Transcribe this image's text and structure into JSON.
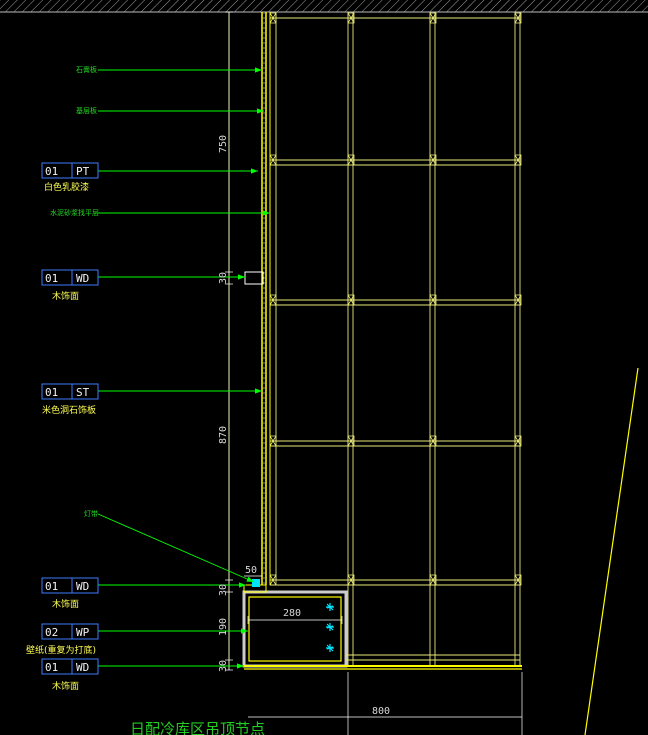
{
  "colors": {
    "background": "#000000",
    "leader": "#00ff00",
    "wall": "#ffff00",
    "grid": "#e8e87a",
    "dimension": "#ffffff",
    "anchor": "#00e5ff",
    "title": "#22cc22"
  },
  "top_labels": {
    "stone_board": "石膏板",
    "base_board": "基层板",
    "grade_line": "水泥砂浆找平层"
  },
  "callouts": [
    {
      "index": "01",
      "code": "PT",
      "desc": "白色乳胶漆"
    },
    {
      "index": "01",
      "code": "WD",
      "desc": "木饰面"
    },
    {
      "index": "01",
      "code": "ST",
      "desc": "米色洞石饰板"
    },
    {
      "index": "01",
      "code": "WD",
      "desc": "木饰面"
    },
    {
      "index": "02",
      "code": "WP",
      "desc": "壁纸(重复为打底)"
    },
    {
      "index": "01",
      "code": "WD",
      "desc": "木饰面"
    }
  ],
  "note_label": "灯带",
  "dimensions": {
    "d750": "750",
    "d30a": "30",
    "d870": "870",
    "d50": "50",
    "d30b": "30",
    "d190": "190",
    "d30c": "30",
    "d280": "280",
    "d800": "800"
  },
  "title": "日配冷库区吊顶节点"
}
